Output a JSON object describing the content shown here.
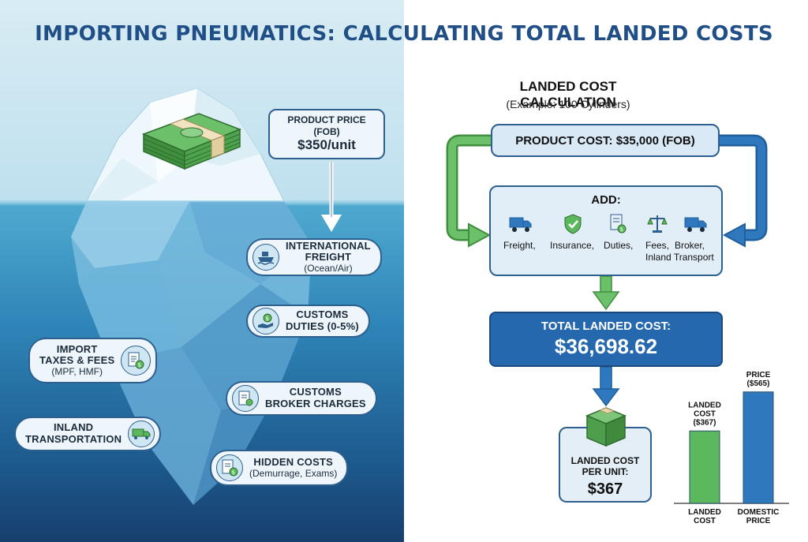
{
  "title": "IMPORTING PNEUMATICS: CALCULATING TOTAL LANDED COSTS",
  "iceberg": {
    "price": {
      "label_1": "PRODUCT PRICE",
      "label_2": "(FOB)",
      "value": "$350/unit"
    },
    "costs": [
      {
        "icon": "ship-icon",
        "title_1": "INTERNATIONAL",
        "title_2": "FREIGHT",
        "sub": "(Ocean/Air)"
      },
      {
        "icon": "money-hand-icon",
        "title_1": "CUSTOMS",
        "title_2": "DUTIES (0-5%)",
        "sub": ""
      },
      {
        "icon": "fee-document-icon",
        "title_1": "IMPORT",
        "title_2": "TAXES & FEES",
        "sub": "(MPF, HMF)"
      },
      {
        "icon": "broker-document-icon",
        "title_1": "CUSTOMS",
        "title_2": "BROKER CHARGES",
        "sub": ""
      },
      {
        "icon": "truck-icon",
        "title_1": "INLAND",
        "title_2": "TRANSPORTATION",
        "sub": ""
      },
      {
        "icon": "hidden-cost-document-icon",
        "title_1": "HIDDEN COSTS",
        "title_2": "",
        "sub": "(Demurrage, Exams)"
      }
    ]
  },
  "calculation": {
    "title": "LANDED COST CALCULATION",
    "subtitle": "(Example: 100 Cylinders)",
    "product_cost": "PRODUCT COST: $35,000 (FOB)",
    "add_label": "ADD:",
    "add_items": [
      "Freight,",
      "Insurance,",
      "Duties,",
      "Fees,",
      "Broker,",
      "Inland Transport"
    ],
    "add_icons": [
      "truck-icon",
      "shield-icon",
      "document-icon",
      "scale-icon",
      "truck-icon"
    ],
    "total_label": "TOTAL LANDED COST:",
    "total_value": "$36,698.62",
    "per_unit_label_1": "LANDED COST",
    "per_unit_label_2": "PER UNIT:",
    "per_unit_value": "$367"
  },
  "chart_data": {
    "type": "bar",
    "categories": [
      "LANDED COST",
      "DOMESTIC PRICE"
    ],
    "values": [
      367,
      565
    ],
    "value_labels": [
      "LANDED COST ($367)",
      "DOMESTIC PRICE ($565)"
    ],
    "colors": [
      "#5cb85c",
      "#2f78bd"
    ],
    "axis_color": "#555555",
    "ylim": [
      0,
      600
    ],
    "grid": false
  },
  "colors": {
    "title": "#1f4f86",
    "green": "#5cb85c",
    "blue": "#2f78bd",
    "dark_blue": "#2568ad",
    "border": "#2d5f8f"
  }
}
